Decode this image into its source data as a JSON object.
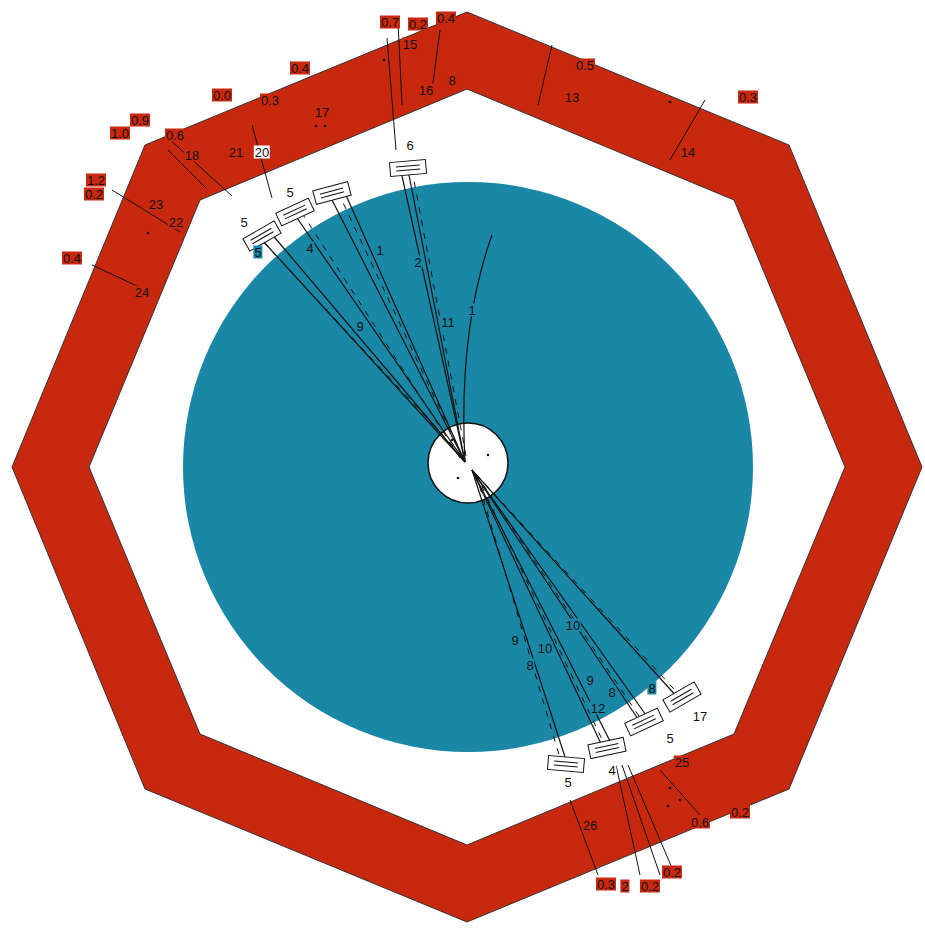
{
  "diagram": {
    "labels": [
      "0.4",
      "0.2",
      "0.7",
      "15",
      "16",
      "8",
      "0.5",
      "13",
      "0.3",
      "14",
      "0.4",
      "0.3",
      "0.0",
      "17",
      "0.6",
      "21",
      "20",
      "1.0",
      "0.9",
      "18",
      "1.2",
      "0.2",
      "23",
      "22",
      "0.4",
      "24",
      "5",
      "5",
      "5",
      "6",
      "1",
      "2",
      "11",
      "1",
      "4",
      "9",
      "10",
      "9",
      "8",
      "10",
      "9",
      "12",
      "8",
      "8",
      "5",
      "4",
      "17",
      "5",
      "25",
      "26",
      "0.3",
      "2",
      "0.2",
      "0.2",
      "0.6",
      "0.2"
    ]
  }
}
